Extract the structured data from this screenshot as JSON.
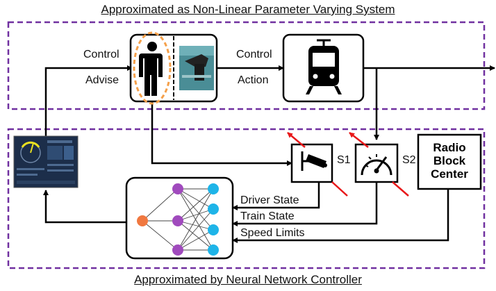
{
  "titles": {
    "top": "Approximated as Non-Linear Parameter Varying System",
    "bottom": "Approximated by Neural Network Controller"
  },
  "labels": {
    "control_in": "Control",
    "advise": "Advise",
    "control_out": "Control",
    "action": "Action",
    "sensor1": "S1",
    "sensor2": "S2",
    "driver_state": "Driver State",
    "train_state": "Train State",
    "speed_limits": "Speed Limits"
  },
  "rbc": {
    "line1": "Radio",
    "line2": "Block",
    "line3": "Center"
  },
  "colors": {
    "border_dashed": "#7030a0",
    "human_highlight": "#f5a04a",
    "sensor_ray": "#e8181a",
    "nn_output": "#f07840",
    "nn_hidden": "#a04abd",
    "nn_input": "#1eb4e8",
    "display_bg": "#1c2e4a",
    "display_accent": "#e8e020"
  },
  "icons": {
    "human": "person-icon",
    "controls": "lever-photo-icon",
    "train": "tram-icon",
    "camera": "camera-icon",
    "speedometer": "speedometer-icon",
    "display": "cab-display-icon"
  }
}
